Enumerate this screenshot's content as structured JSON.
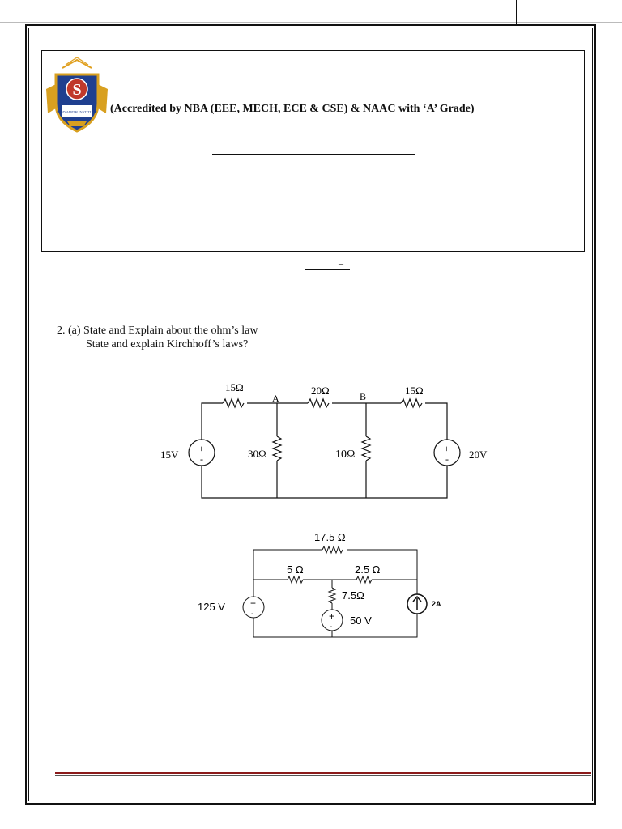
{
  "header": {
    "logo_text": "SIDDHARTH INSTITUTE",
    "accreditation": "(Accredited by NBA (EEE, MECH, ECE & CSE) & NAAC with ‘A’ Grade)",
    "small_dash": "–"
  },
  "question": {
    "line1": "2. (a) State and Explain about the ohm’s law",
    "line2": "State and explain Kirchhoff’s laws?"
  },
  "circuit1": {
    "r1": "15Ω",
    "r2": "20Ω",
    "r3": "15Ω",
    "r4": "30Ω",
    "r5": "10Ω",
    "node_a": "A",
    "node_b": "B",
    "v1": "15V",
    "v2": "20V",
    "plus": "+",
    "minus": "-"
  },
  "circuit2": {
    "r_top": "17.5 Ω",
    "r_left": "5 Ω",
    "r_right": "2.5 Ω",
    "r_mid": "7.5Ω",
    "v_left": "125 V",
    "v_mid": "50 V",
    "i_src": "2A",
    "plus": "+",
    "minus": "-"
  }
}
